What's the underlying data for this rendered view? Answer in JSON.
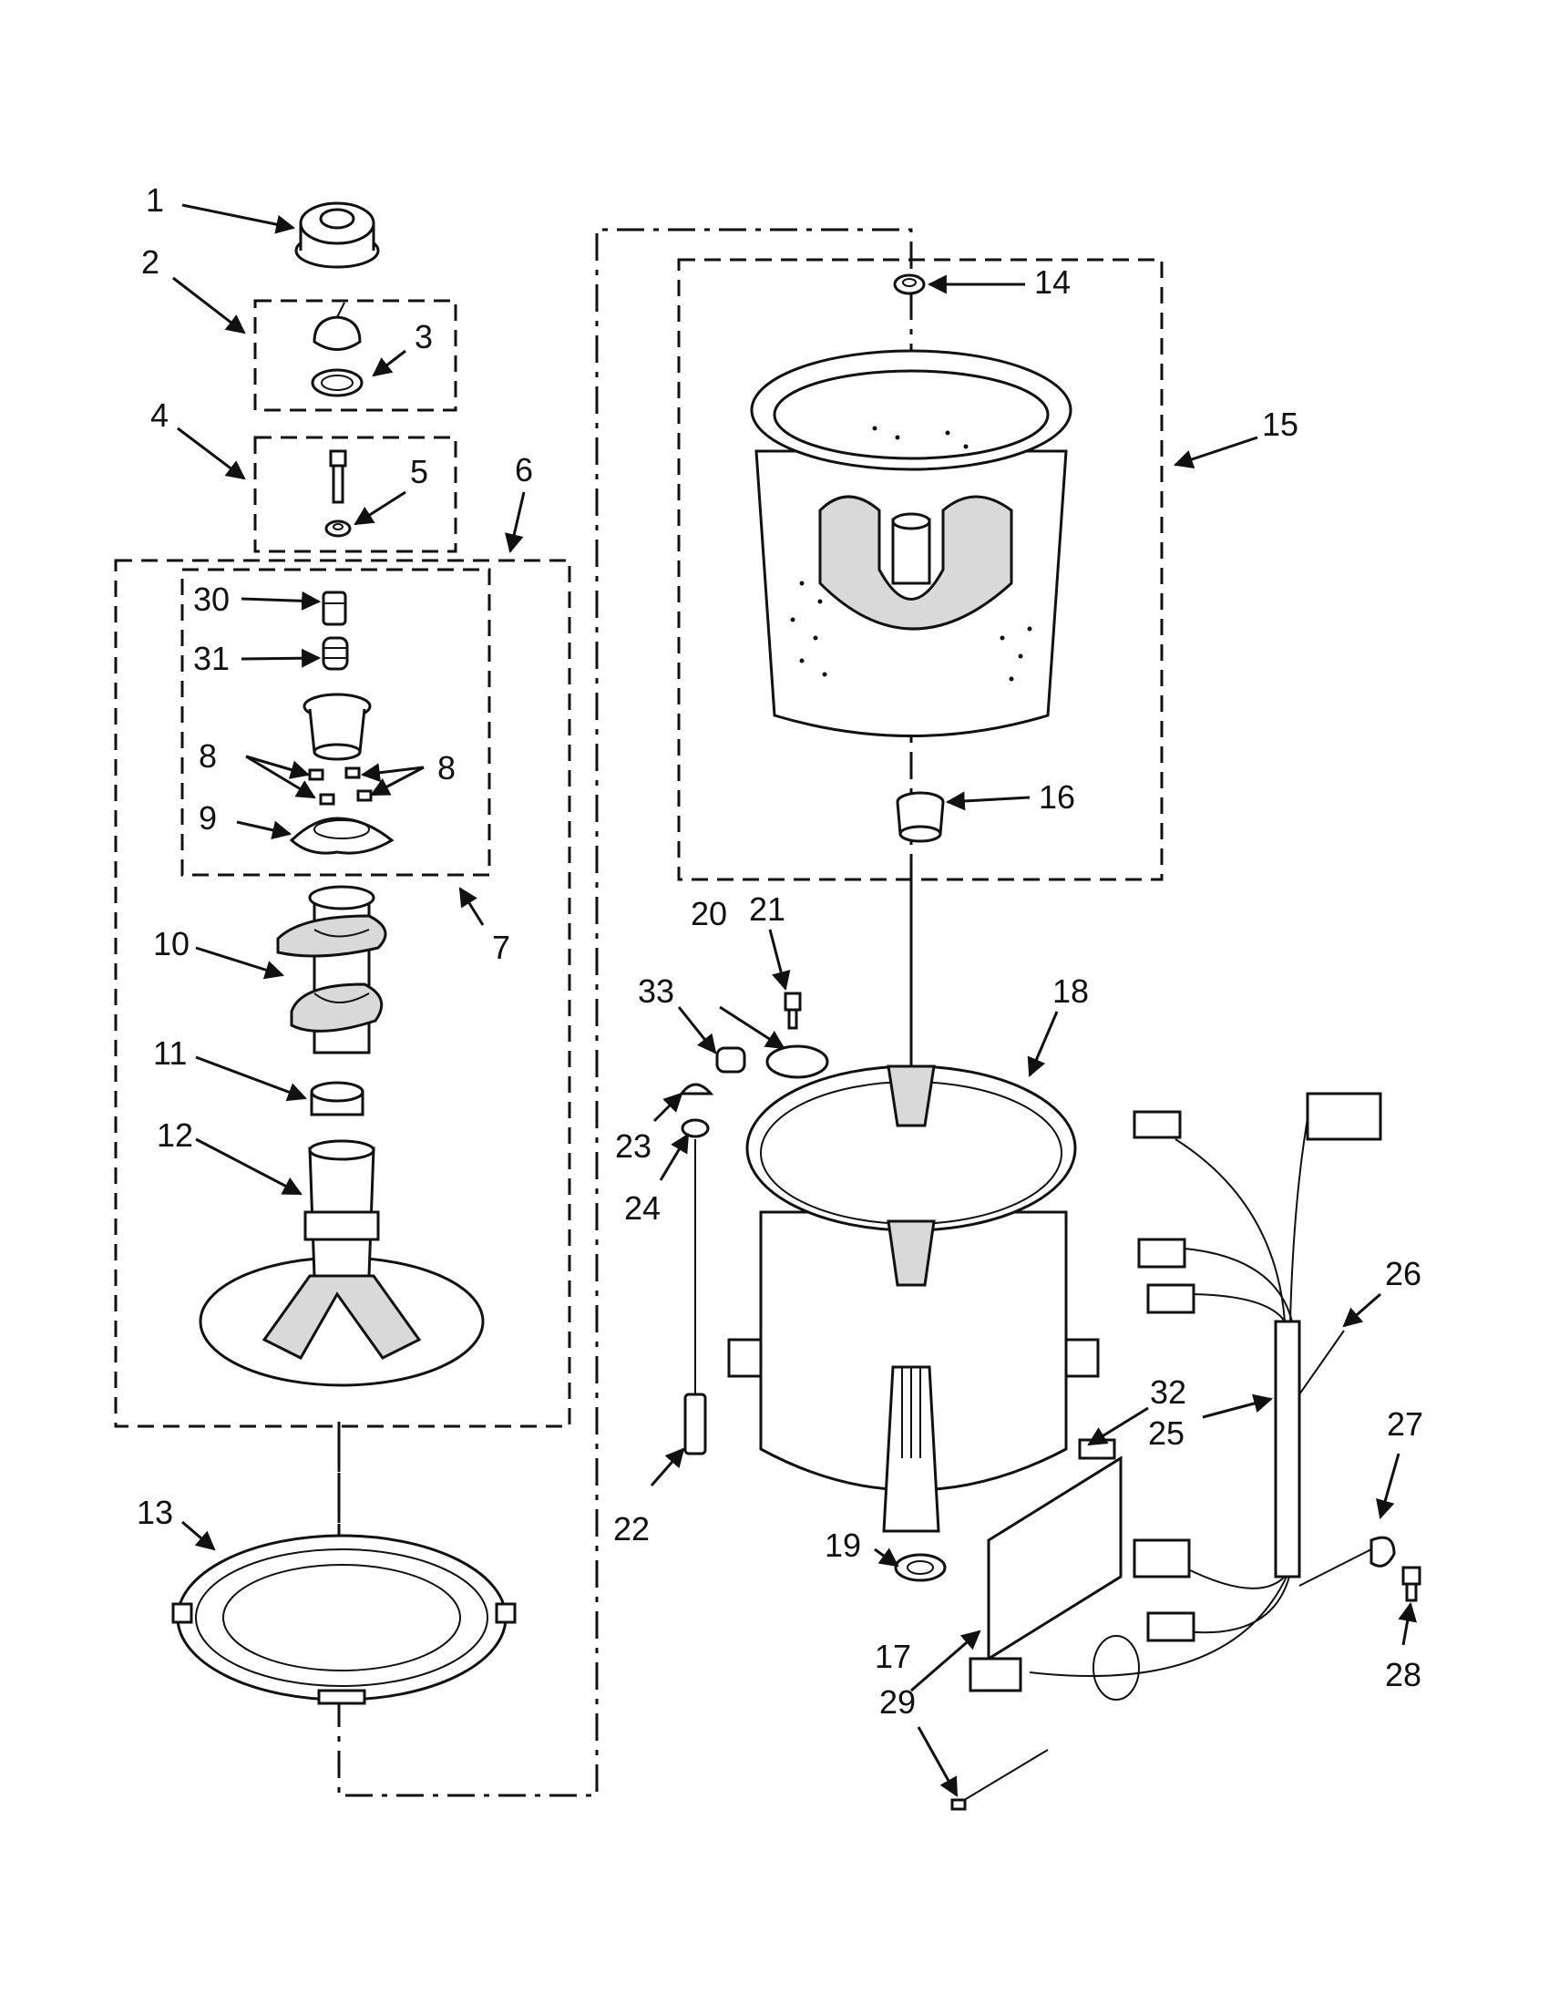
{
  "diagram": {
    "callouts": [
      {
        "id": "c1",
        "text": "1",
        "part": "1"
      },
      {
        "id": "c2",
        "text": "2",
        "part": "2"
      },
      {
        "id": "c3",
        "text": "3",
        "part": "3"
      },
      {
        "id": "c4",
        "text": "4",
        "part": "4"
      },
      {
        "id": "c5",
        "text": "5",
        "part": "5"
      },
      {
        "id": "c6",
        "text": "6",
        "part": "6"
      },
      {
        "id": "c7",
        "text": "7",
        "part": "7"
      },
      {
        "id": "c8a",
        "text": "8",
        "part": "8"
      },
      {
        "id": "c8b",
        "text": "8",
        "part": "8"
      },
      {
        "id": "c9",
        "text": "9",
        "part": "9"
      },
      {
        "id": "c10",
        "text": "10",
        "part": "10"
      },
      {
        "id": "c11",
        "text": "11",
        "part": "11"
      },
      {
        "id": "c12",
        "text": "12",
        "part": "12"
      },
      {
        "id": "c13",
        "text": "13",
        "part": "13"
      },
      {
        "id": "c14",
        "text": "14",
        "part": "14"
      },
      {
        "id": "c15",
        "text": "15",
        "part": "15"
      },
      {
        "id": "c16",
        "text": "16",
        "part": "16"
      },
      {
        "id": "c17",
        "text": "17",
        "part": "17"
      },
      {
        "id": "c18",
        "text": "18",
        "part": "18"
      },
      {
        "id": "c19",
        "text": "19",
        "part": "19"
      },
      {
        "id": "c20",
        "text": "20",
        "part": "20"
      },
      {
        "id": "c21",
        "text": "21",
        "part": "21"
      },
      {
        "id": "c22",
        "text": "22",
        "part": "22"
      },
      {
        "id": "c23",
        "text": "23",
        "part": "23"
      },
      {
        "id": "c24",
        "text": "24",
        "part": "24"
      },
      {
        "id": "c25",
        "text": "25",
        "part": "25"
      },
      {
        "id": "c26",
        "text": "26",
        "part": "26"
      },
      {
        "id": "c27",
        "text": "27",
        "part": "27"
      },
      {
        "id": "c28",
        "text": "28",
        "part": "28"
      },
      {
        "id": "c29",
        "text": "29",
        "part": "29"
      },
      {
        "id": "c30",
        "text": "30",
        "part": "30"
      },
      {
        "id": "c31",
        "text": "31",
        "part": "31"
      },
      {
        "id": "c32",
        "text": "32",
        "part": "32"
      },
      {
        "id": "c33",
        "text": "33",
        "part": "33"
      }
    ]
  }
}
